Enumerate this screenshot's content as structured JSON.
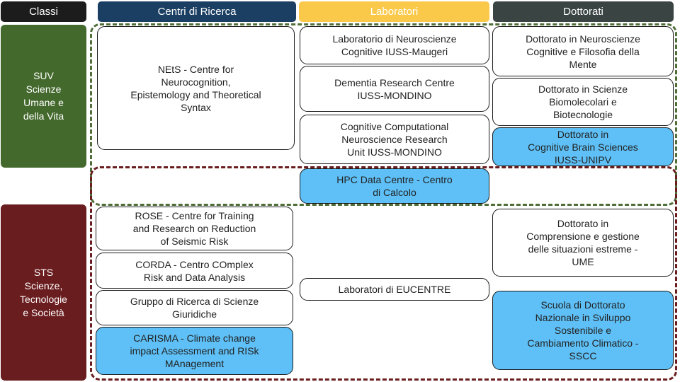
{
  "headers": {
    "classi": "Classi",
    "centri": "Centri di Ricerca",
    "laboratori": "Laboratori",
    "dottorati": "Dottorati"
  },
  "classes": {
    "suv": "SUV\nScienze\nUmane e\ndella Vita",
    "sts": "STS\nScienze,\nTecnologie\ne Società"
  },
  "centri": {
    "nets": "NEtS - Centre for\nNeurocognition,\nEpistemology and Theoretical\nSyntax",
    "rose": "ROSE - Centre for Training\nand Research on Reduction\nof Seismic Risk",
    "corda": "CORDA - Centro COmplex\nRisk and Data Analysis",
    "giuridiche": "Gruppo di Ricerca di Scienze\nGiuridiche",
    "carisma": "CARISMA - Climate change\nimpact Assessment and RISk\nMAnagement"
  },
  "laboratori": {
    "neuroscienze": "Laboratorio di Neuroscienze\nCognitive IUSS-Maugeri",
    "dementia": "Dementia Research Centre\nIUSS-MONDINO",
    "computational": "Cognitive Computational\nNeuroscience Research\nUnit IUSS-MONDINO",
    "hpc": "HPC Data Centre - Centro\ndi Calcolo",
    "eucentre": "Laboratori di EUCENTRE"
  },
  "dottorati": {
    "neuro_filosofia": "Dottorato in Neuroscienze\nCognitive e Filosofia della\nMente",
    "biomolecolari": "Dottorato in Scienze\nBiomolecolari e\nBiotecnologie",
    "brain_sciences": "Dottorato in\nCognitive Brain Sciences\nIUSS-UNIPV",
    "ume": "Dottorato in\nComprensione e gestione\ndelle situazioni estreme -\nUME",
    "sscc": "Scuola di Dottorato\nNazionale in Sviluppo\nSostenibile e\nCambiamento Climatico -\nSSCC"
  },
  "colors": {
    "classi_header": "#1c1c1c",
    "centri_header": "#1b3f63",
    "laboratori_header": "#fbc94a",
    "dottorati_header": "#3a4443",
    "suv": "#44692d",
    "sts": "#6a1d1f",
    "blue_fill": "#5ec0f7",
    "suv_dash": "#4f6e38",
    "sts_dash": "#6a1d1f"
  }
}
